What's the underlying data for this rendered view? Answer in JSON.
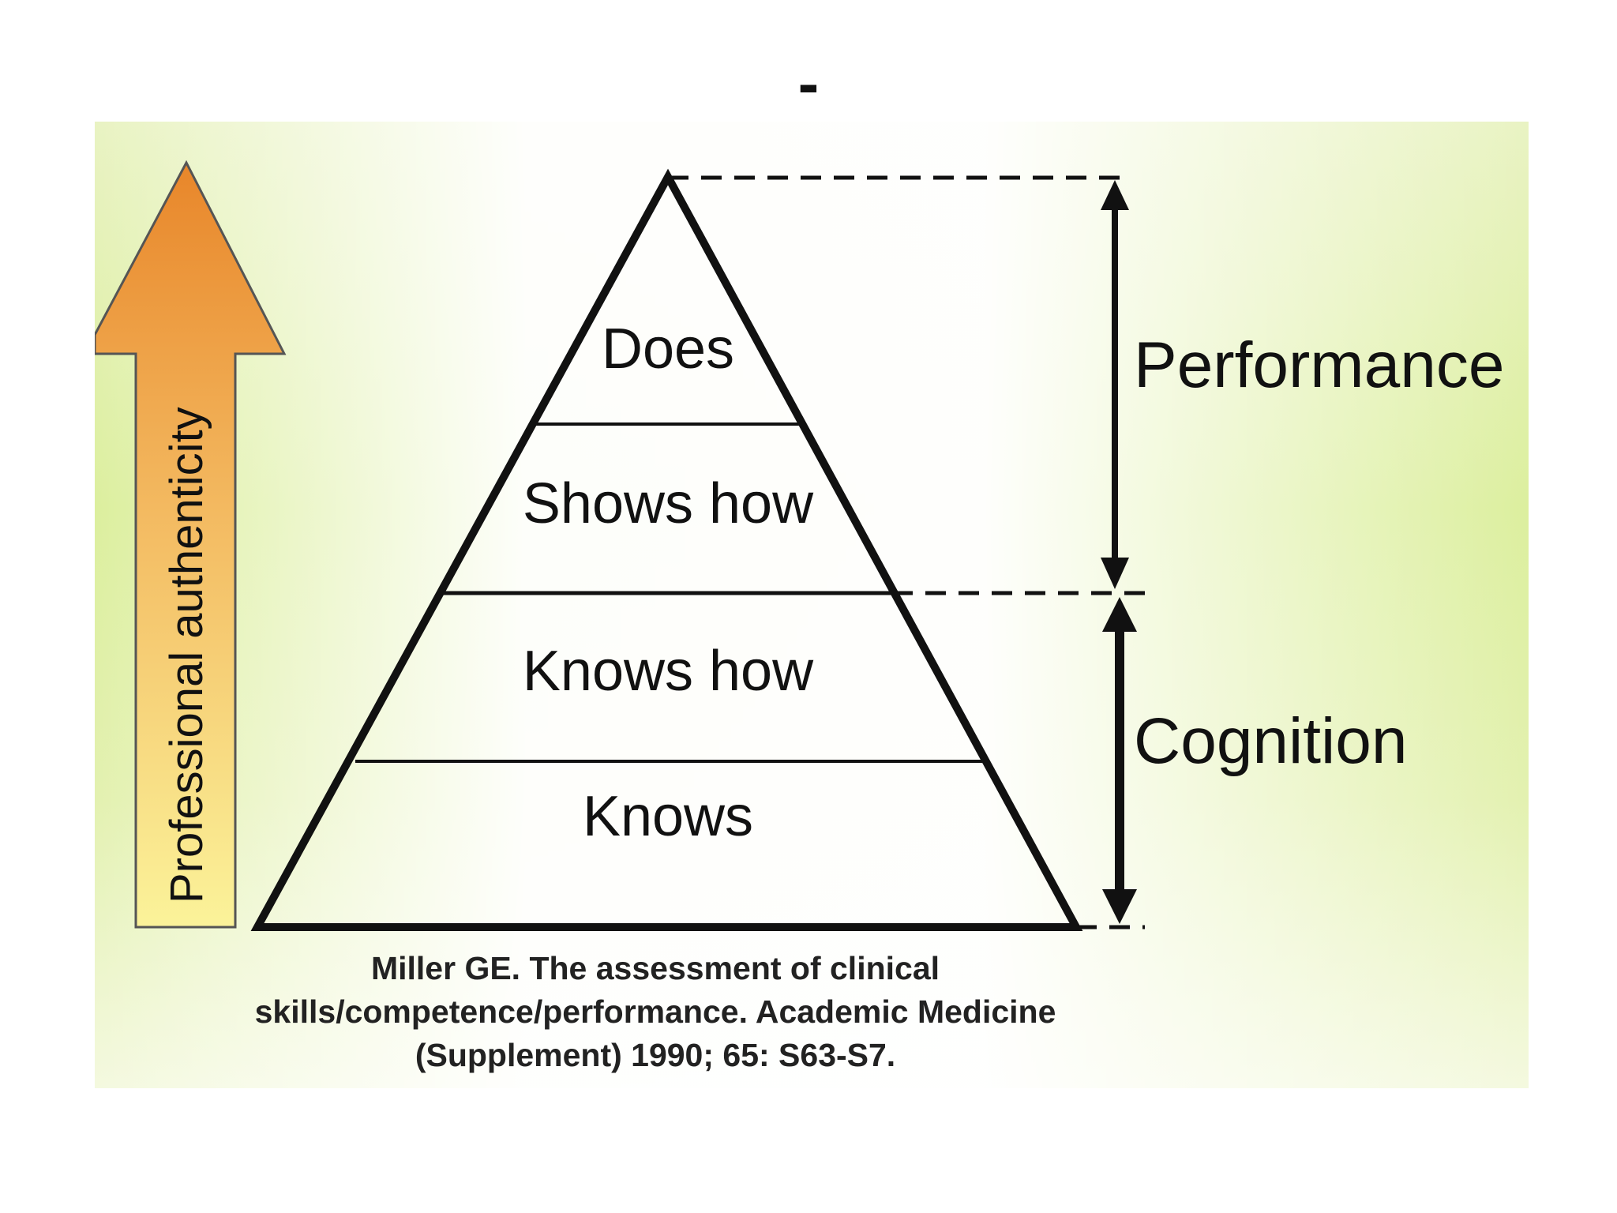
{
  "title": "-",
  "colors": {
    "arrow_top": "#e8862a",
    "arrow_bottom": "#fbf39a",
    "background_green": "#cce87a",
    "line": "#111111"
  },
  "diagram": {
    "arrow_label": "Professional authenticity",
    "pyramid_levels": [
      "Does",
      "Shows how",
      "Knows how",
      "Knows"
    ],
    "brackets": {
      "top": "Performance",
      "bottom": "Cognition"
    },
    "citation_lines": [
      "Miller GE. The assessment of clinical",
      "skills/competence/performance. Academic Medicine",
      "(Supplement) 1990; 65: S63-S7."
    ]
  }
}
